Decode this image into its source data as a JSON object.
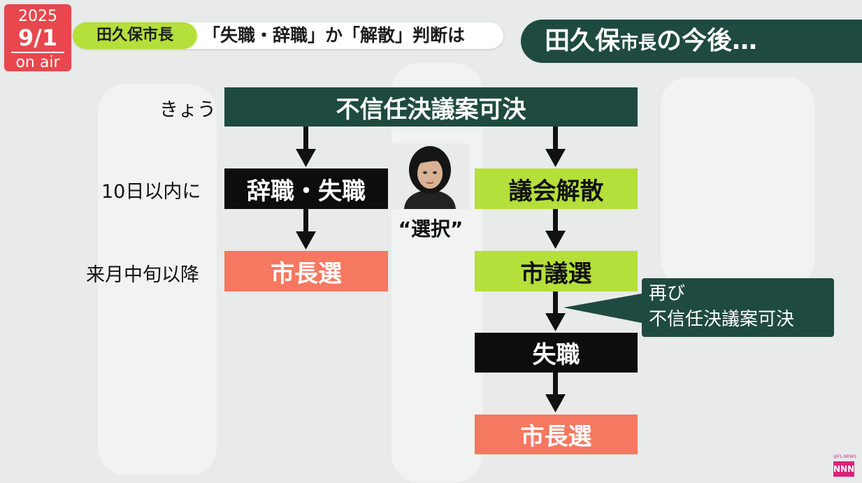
{
  "date_badge": {
    "year": "2025",
    "day": "9/1",
    "onair": "on air"
  },
  "banner": {
    "tag": "田久保市長",
    "text": "「失職・辞職」か「解散」判断は"
  },
  "title": {
    "part1": "田久保",
    "part2": "市長",
    "part3": "の今後…"
  },
  "flow": {
    "top_label": "きょう",
    "top_box": "不信任決議案可決",
    "left": {
      "label1": "10日以内に",
      "box1": "辞職・失職",
      "label2": "来月中旬以降",
      "box2": "市長選"
    },
    "choice": "“選択”",
    "right": {
      "box1": "議会解散",
      "box2": "市議選",
      "box3": "失職",
      "box4": "市長選"
    },
    "callout": {
      "line1": "再び",
      "line2": "不信任決議案可決"
    }
  },
  "colors": {
    "dark_green": "#1f4a3f",
    "lime": "#b5df3a",
    "salmon": "#f57860",
    "black": "#0d0d0d",
    "badge_red": "#e8474d"
  },
  "logo": {
    "small": "@FL-NEWS",
    "mark": "NNN"
  }
}
